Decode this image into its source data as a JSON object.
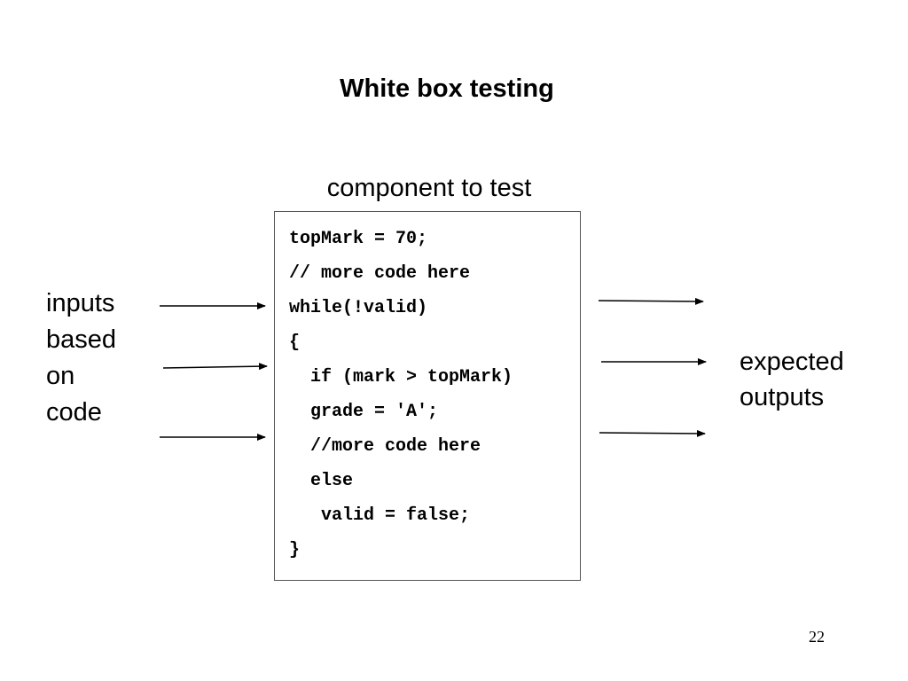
{
  "slide": {
    "title": "White box testing",
    "page_number": "22"
  },
  "diagram": {
    "component_label": "component to test",
    "code_lines": [
      "topMark = 70;",
      "// more code here",
      "while(!valid)",
      "{",
      "  if (mark > topMark)",
      "  grade = 'A';",
      "  //more code here",
      "  else",
      "   valid = false;",
      "}"
    ],
    "inputs_label": [
      "inputs",
      "based",
      "on",
      "code"
    ],
    "outputs_label": [
      "expected",
      "outputs"
    ],
    "input_arrow_count": 3,
    "output_arrow_count": 3
  }
}
